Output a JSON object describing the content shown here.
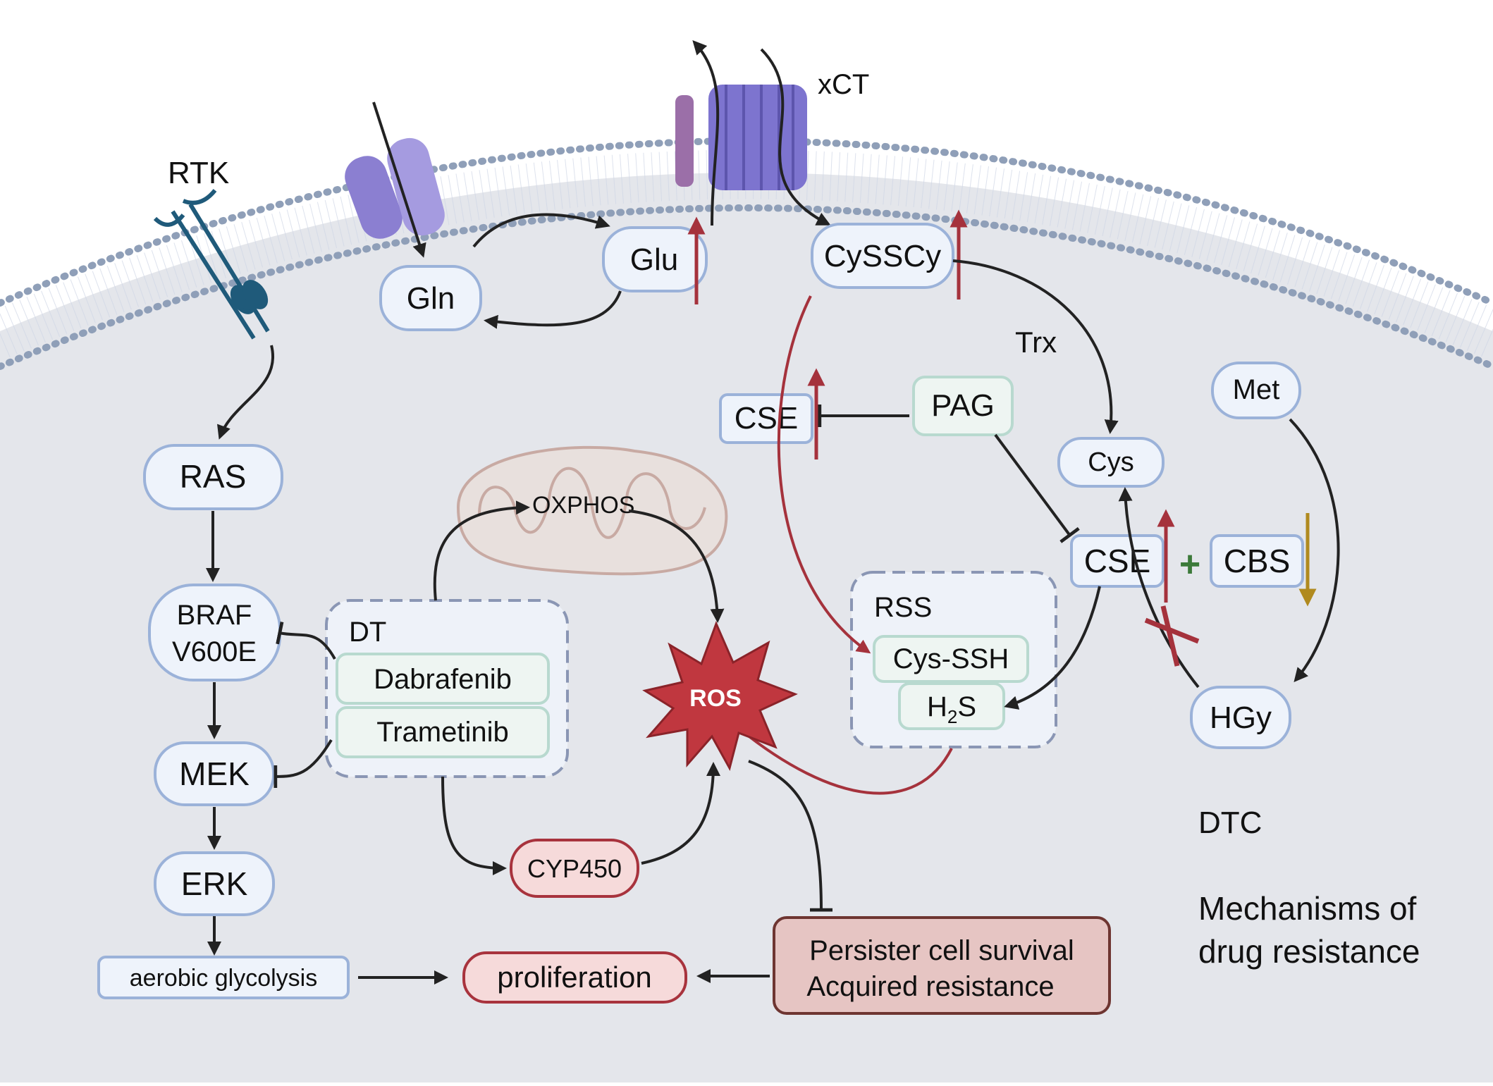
{
  "labels": {
    "rtk": "RTK",
    "xct": "xCT",
    "trx": "Trx",
    "gln": "Gln",
    "glu": "Glu",
    "cyssc": "CySSCy",
    "cse_left": "CSE",
    "pag": "PAG",
    "cys": "Cys",
    "cse_right": "CSE",
    "plus": "+",
    "cbs": "CBS",
    "met": "Met",
    "hcy": "HGy",
    "ras": "RAS",
    "braf_line1": "BRAF",
    "braf_line2": "V600E",
    "mek": "MEK",
    "erk": "ERK",
    "aerobic": "aerobic glycolysis",
    "proliferation": "proliferation",
    "oxphos": "OXPHOS",
    "ros": "ROS",
    "dt": "DT",
    "dabrafenib": "Dabrafenib",
    "trametinib": "Trametinib",
    "cyp450": "CYP450",
    "rss": "RSS",
    "cys_ssh": "Cys-SSH",
    "h2s_h": "H",
    "h2s_sub": "2",
    "h2s_s": "S",
    "persister_line1": "Persister cell survival",
    "persister_line2": "Acquired resistance",
    "dtc": "DTC",
    "mech_line1": "Mechanisms of",
    "mech_line2": "drug resistance"
  },
  "colors": {
    "cytoplasm": "#e4e6eb",
    "membrane_head": "#8f9fb8",
    "up_arrow": "#a5323c",
    "down_arrow": "#b08a1f",
    "plus": "#3c7a3a",
    "ros_fill": "#c0373f",
    "transporter": "#8b7fd1",
    "rtk": "#1f5a7a"
  }
}
